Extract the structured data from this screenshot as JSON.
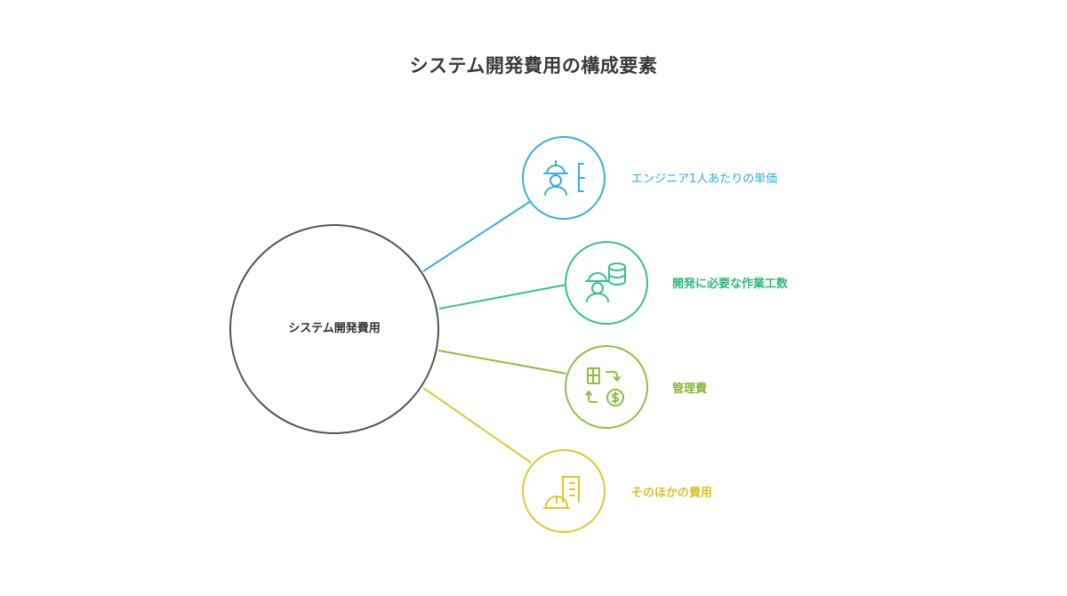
{
  "title": "システム開発費用の構成要素",
  "center": {
    "label": "システム開発費用"
  },
  "branches": [
    {
      "label": "エンジニア1人あたりの単価",
      "icon": "engineer-rate-icon",
      "color": "#3aaed8"
    },
    {
      "label": "開発に必要な作業工数",
      "icon": "engineer-database-icon",
      "color": "#3cbf88"
    },
    {
      "label": "管理費",
      "icon": "cost-exchange-icon",
      "color": "#8fbf45"
    },
    {
      "label": "そのほかの費用",
      "icon": "construction-building-icon",
      "color": "#dcc733"
    }
  ]
}
